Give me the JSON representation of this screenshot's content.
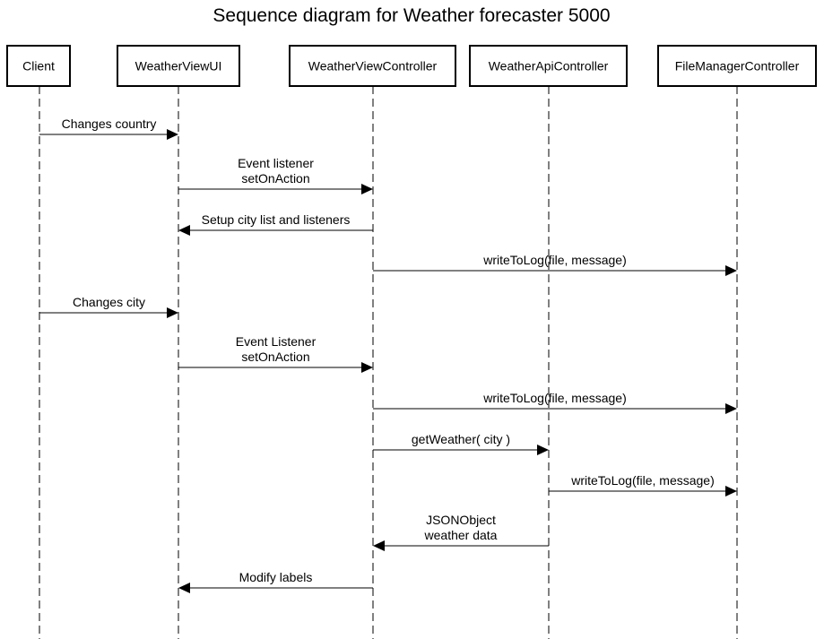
{
  "title": "Sequence diagram for Weather forecaster 5000",
  "participants": [
    {
      "id": "client",
      "label": "Client"
    },
    {
      "id": "ui",
      "label": "WeatherViewUI"
    },
    {
      "id": "vc",
      "label": "WeatherViewController"
    },
    {
      "id": "api",
      "label": "WeatherApiController"
    },
    {
      "id": "fm",
      "label": "FileManagerController"
    }
  ],
  "messages": [
    {
      "from": "client",
      "to": "ui",
      "lines": [
        "Changes country"
      ]
    },
    {
      "from": "ui",
      "to": "vc",
      "lines": [
        "Event listener",
        "setOnAction"
      ]
    },
    {
      "from": "vc",
      "to": "ui",
      "lines": [
        "Setup city list and listeners"
      ]
    },
    {
      "from": "vc",
      "to": "fm",
      "lines": [
        "writeToLog(file, message)"
      ]
    },
    {
      "from": "client",
      "to": "ui",
      "lines": [
        "Changes city"
      ]
    },
    {
      "from": "ui",
      "to": "vc",
      "lines": [
        "Event Listener",
        "setOnAction"
      ]
    },
    {
      "from": "vc",
      "to": "fm",
      "lines": [
        "writeToLog(file, message)"
      ]
    },
    {
      "from": "vc",
      "to": "api",
      "lines": [
        "getWeather( city )"
      ]
    },
    {
      "from": "api",
      "to": "fm",
      "lines": [
        "writeToLog(file, message)"
      ]
    },
    {
      "from": "api",
      "to": "vc",
      "lines": [
        "JSONObject",
        "weather data"
      ]
    },
    {
      "from": "vc",
      "to": "ui",
      "lines": [
        "Modify labels"
      ]
    }
  ]
}
